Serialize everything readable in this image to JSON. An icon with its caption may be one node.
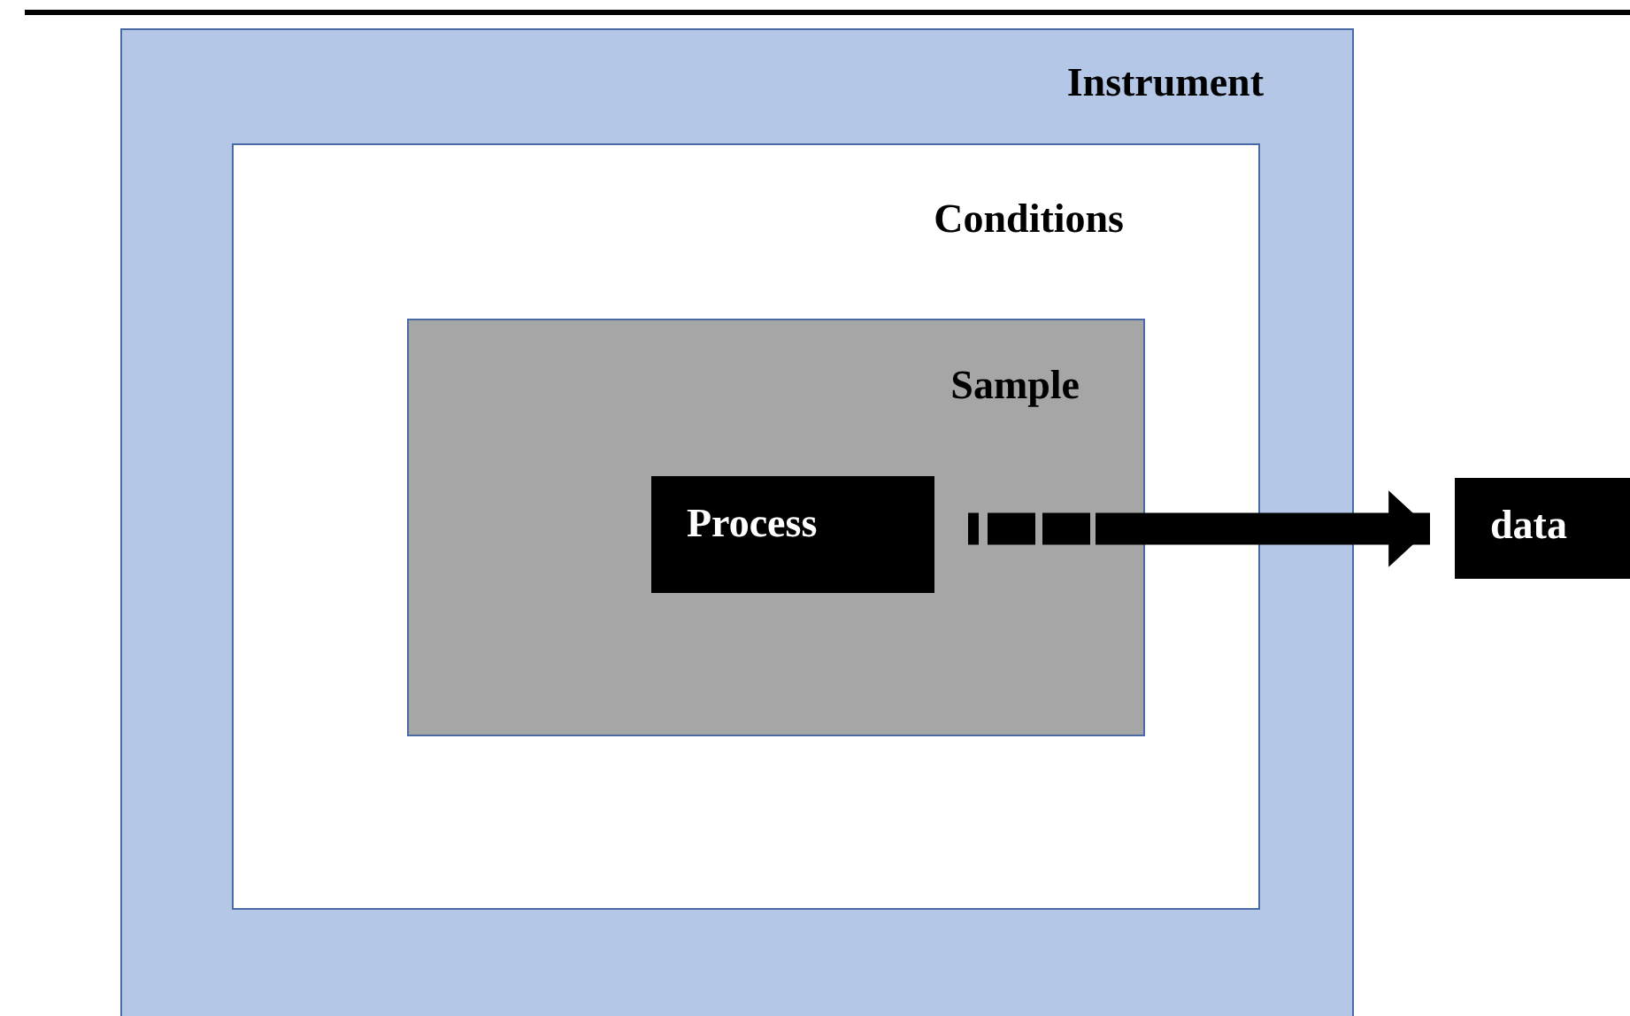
{
  "diagram": {
    "nodes": [
      {
        "text": [
          "Instrument"
        ]
      },
      {
        "text": [
          "Conditions"
        ],
        "in": 0
      },
      {
        "text": [
          "Sample"
        ],
        "in": 1
      },
      {
        "text": [
          "Process"
        ],
        "in": 2
      },
      {
        "text": [
          "data"
        ]
      }
    ],
    "edges": [
      {
        "from": 3,
        "to": 4,
        "arrow": "to",
        "style": "dashed"
      }
    ]
  }
}
